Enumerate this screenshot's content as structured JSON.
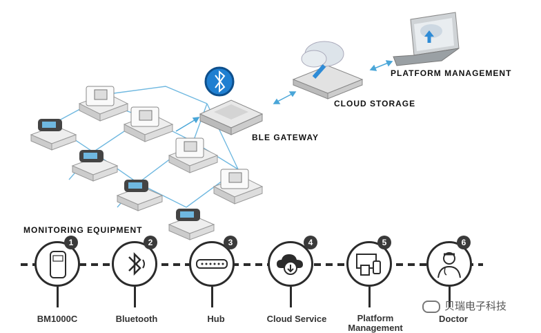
{
  "labels": {
    "platform_management": "PLATFORM MANAGEMENT",
    "cloud_storage": "CLOUD STORAGE",
    "ble_gateway": "BLE GATEWAY",
    "monitoring_equipment": "MONITORING EQUIPMENT"
  },
  "steps": [
    {
      "num": "1",
      "name": "BM1000C",
      "icon": "device-icon"
    },
    {
      "num": "2",
      "name": "Bluetooth",
      "icon": "bluetooth-icon"
    },
    {
      "num": "3",
      "name": "Hub",
      "icon": "hub-icon"
    },
    {
      "num": "4",
      "name": "Cloud Service",
      "icon": "cloud-download-icon"
    },
    {
      "num": "5",
      "name": "Platform\nManagement",
      "icon": "devices-icon"
    },
    {
      "num": "6",
      "name": "Doctor",
      "icon": "doctor-icon"
    }
  ],
  "watermark": "贝瑞电子科技",
  "colors": {
    "network_line": "#6fb8e0",
    "bluetooth_badge": "#1f7fd1",
    "timeline": "#2b2b2b"
  }
}
